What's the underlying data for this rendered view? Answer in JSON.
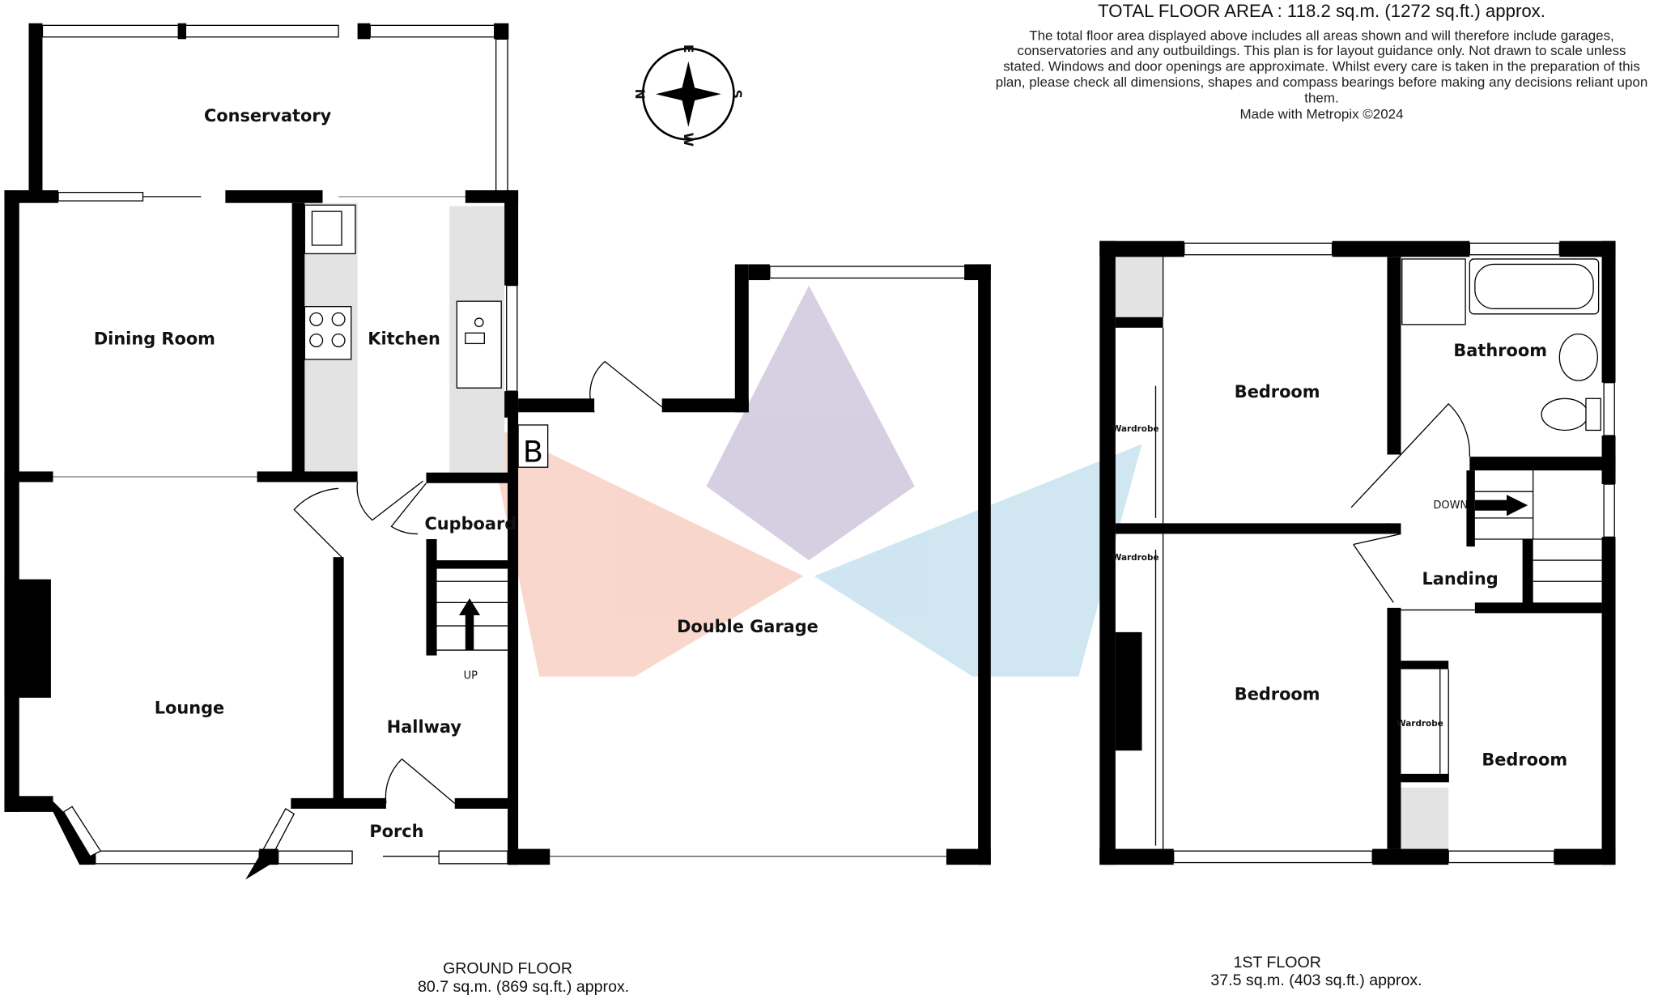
{
  "header": {
    "total_area": "TOTAL FLOOR AREA : 118.2 sq.m. (1272 sq.ft.) approx.",
    "disclaimer_lines": [
      "The total floor area displayed above includes all areas shown and will therefore include garages,",
      "conservatories and any outbuildings. This plan is for layout guidance only. Not drawn to scale unless",
      "stated. Windows and door openings are approximate. Whilst every care is taken in the preparation of this",
      "plan, please check all dimensions, shapes and compass bearings before making any decisions reliant upon",
      "them."
    ],
    "credit": "Made with Metropix ©2024"
  },
  "compass": {
    "n": "N",
    "e": "E",
    "s": "S",
    "w": "W"
  },
  "ground_floor": {
    "rooms": {
      "conservatory": "Conservatory",
      "dining": "Dining Room",
      "kitchen": "Kitchen",
      "lounge": "Lounge",
      "hallway": "Hallway",
      "cupboard": "Cupboard",
      "porch": "Porch",
      "garage": "Double Garage"
    },
    "boiler": "B",
    "stairs": "UP",
    "caption": "GROUND FLOOR",
    "area": "80.7 sq.m. (869 sq.ft.) approx."
  },
  "first_floor": {
    "rooms": {
      "bedroom1": "Bedroom",
      "bathroom": "Bathroom",
      "bedroom2": "Bedroom",
      "landing": "Landing",
      "bedroom3": "Bedroom"
    },
    "wardrobe": "Wardrobe",
    "stairs": "DOWN",
    "caption": "1ST FLOOR",
    "area": "37.5 sq.m. (403 sq.ft.) approx."
  },
  "colors": {
    "wall": "#000000",
    "counter": "#e3e3e3"
  }
}
